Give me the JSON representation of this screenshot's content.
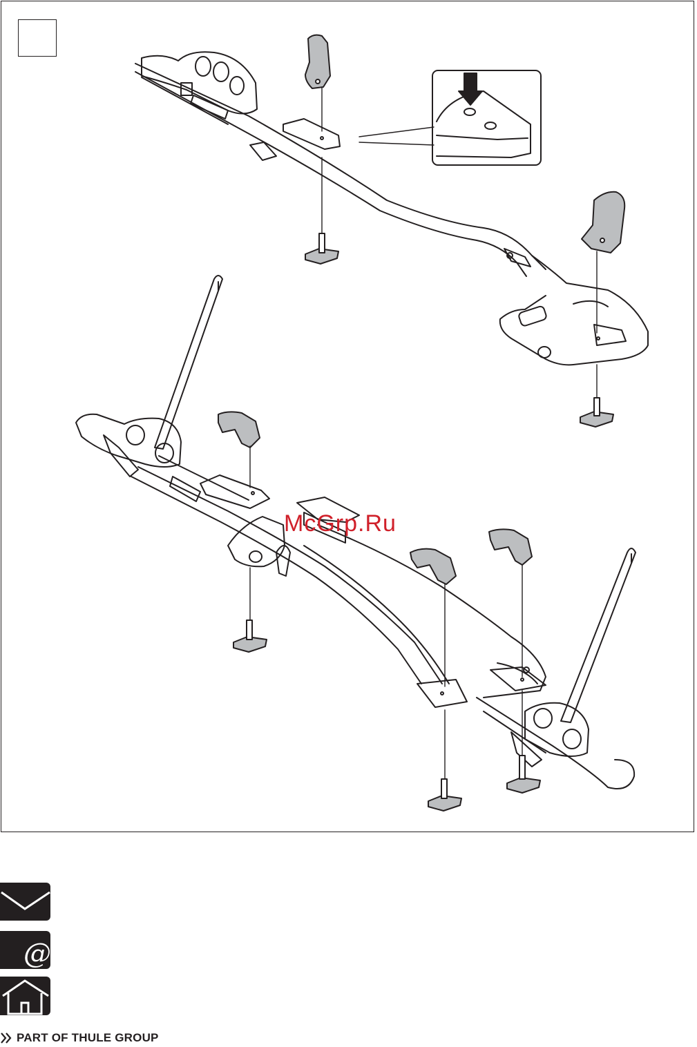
{
  "illustration": {
    "step_number": "",
    "parts": {
      "rack_frame": "bike-rack-frame",
      "fork_mount": "fork-mount-block",
      "wheel_holder": "wheel-holder",
      "frame_arm": "frame-holder-arm",
      "cap": "end-cap",
      "t_bolt": "t-track-bolt"
    },
    "detail_callout": "arrow-into-hole"
  },
  "watermark": {
    "text": "McGrp.Ru",
    "color": "#d0202a"
  },
  "contact_icons": [
    "mail-envelope-icon",
    "email-at-icon",
    "website-home-icon"
  ],
  "footer": {
    "brand_text": "PART OF THULE GROUP",
    "icon": "double-chevron-icon"
  },
  "colors": {
    "ink": "#231f20",
    "background": "#ffffff"
  }
}
